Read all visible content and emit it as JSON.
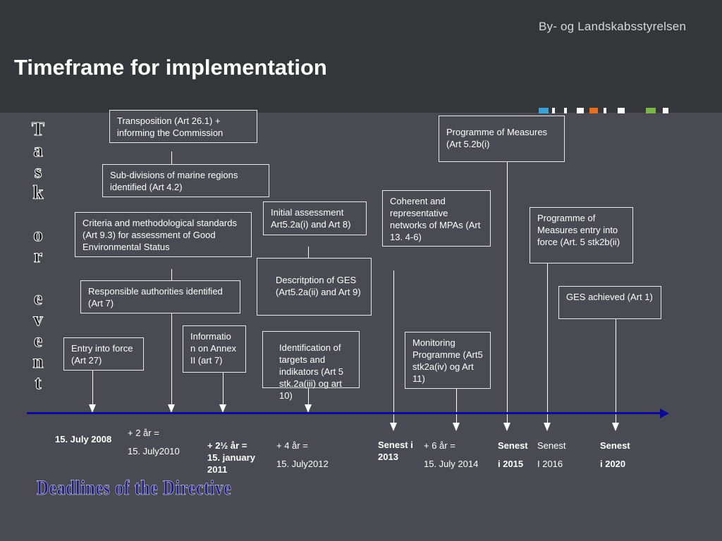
{
  "header": {
    "org": "By- og Landskabsstyrelsen",
    "title": "Timeframe for implementation",
    "strip_colors": [
      "#3aa0d8",
      "#ffffff",
      "#ffffff",
      "#ffffff",
      "#e8701a",
      "#ffffff",
      "#ffffff",
      "#7ab648",
      "#ffffff"
    ]
  },
  "side_label": [
    "T",
    "a",
    "s",
    "k",
    "",
    "o",
    "r",
    "",
    "e",
    "v",
    "e",
    "n",
    "t"
  ],
  "tasks": {
    "transposition": "Transposition (Art 26.1) + informing the Commission",
    "subdivisions": "Sub-divisions of marine regions identified (Art 4.2)",
    "criteria": "Criteria and methodological standards (Art 9.3) for assessment of Good Environmental Status",
    "responsible": "Responsible authorities identified (Art 7)",
    "entry": "Entry into force (Art 27)",
    "annex": "Informatio n on Annex  II (art 7)",
    "initial": "Initial assessment Art5.2a(i) and Art 8)",
    "ges_description": "Descritption of GES (Art5.2a(ii) and Art 9)",
    "targets": "Identification of targets and indikators (Art 5 stk.2a(iii) og art 10)",
    "mpas": "Coherent and representative networks of MPAs (Art 13. 4-6)",
    "monitoring": "Monitoring Programme (Art5 stk2a(iv) og Art 11)",
    "pom": "Programme of Measures (Art 5.2b(i)",
    "pom_entry": "Programme of Measures entry into force (Art. 5 stk2b(ii)",
    "ges_achieved": "GES achieved (Art 1)"
  },
  "deadlines": {
    "d2008": "15. July 2008",
    "d2010_a": "+ 2 år =",
    "d2010_b": "15. July2010",
    "d2011": "+ 2½ år = 15. january 2011",
    "d2012_a": "+ 4 år =",
    "d2012_b": "15. July2012",
    "d2013": "Senest i 2013",
    "d2014_a": "+ 6 år =",
    "d2014_b": "15. July 2014",
    "d2015_a": "Senest",
    "d2015_b": "i 2015",
    "d2016_a": "Senest",
    "d2016_b": "I 2016",
    "d2020_a": "Senest",
    "d2020_b": "i 2020"
  },
  "footer": "Deadlines of the Directive"
}
